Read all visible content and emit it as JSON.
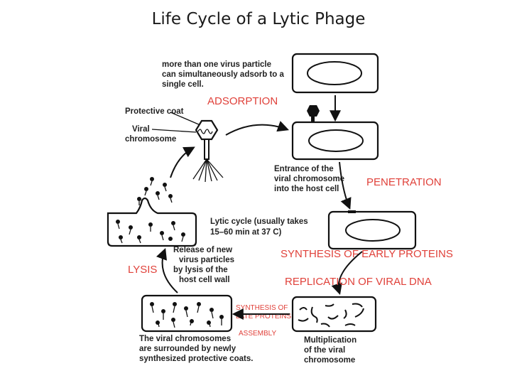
{
  "title": "Life Cycle of a Lytic Phage",
  "notes": {
    "adsorb": [
      "more than one virus particle",
      "can simultaneously adsorb to a",
      "single cell."
    ],
    "protective_coat": "Protective coat",
    "viral_chromosome": [
      "Viral",
      "chromosome"
    ],
    "entrance": [
      "Entrance of the",
      "viral chromosome",
      "into the host cell"
    ],
    "lytic_cycle": [
      "Lytic cycle (usually takes",
      "15–60 min  at 37  C)"
    ],
    "release": [
      "Release of new",
      "virus particles",
      "by lysis of the",
      "host cell wall"
    ],
    "surrounded": [
      "The viral chromosomes",
      "are surrounded by newly",
      "synthesized protective coats."
    ],
    "multiplication": [
      "Multiplication",
      "of the viral",
      "chromosome"
    ]
  },
  "stages": {
    "adsorption": "ADSORPTION",
    "penetration": "PENETRATION",
    "early_proteins": "SYNTHESIS OF EARLY PROTEINS",
    "replication": "REPLICATION OF VIRAL DNA",
    "late_proteins": [
      "SYNTHESIS OF",
      "LATE PROTEINS"
    ],
    "assembly": "ASSEMBLY",
    "lysis": "LYSIS"
  },
  "colors": {
    "stage_label": "#e0413a",
    "line": "#111111"
  }
}
